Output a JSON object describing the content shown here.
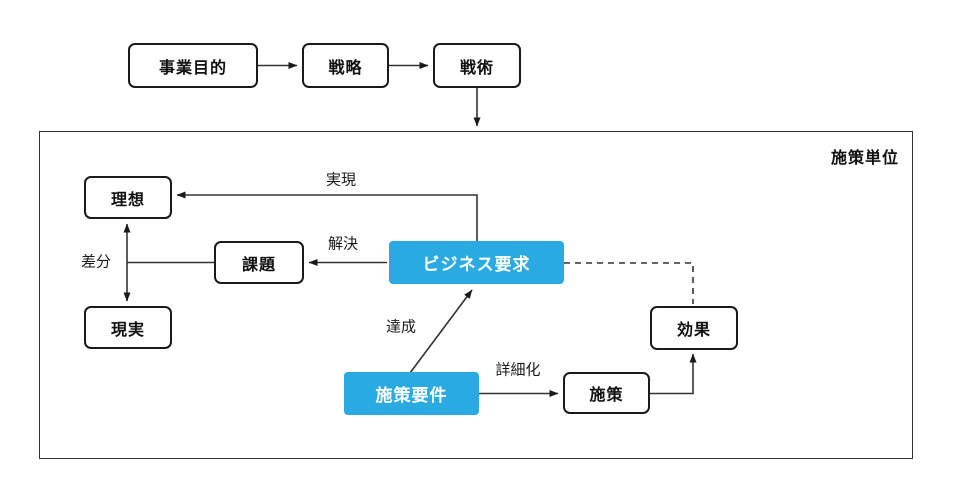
{
  "nodes": {
    "business_purpose": "事業目的",
    "strategy": "戦略",
    "tactics": "戦術",
    "ideal": "理想",
    "reality": "現実",
    "issue": "課題",
    "business_request": "ビジネス要求",
    "measure_requirements": "施策要件",
    "measure": "施策",
    "effect": "効果"
  },
  "container_label": "施策単位",
  "edge_labels": {
    "realize": "実現",
    "solve": "解決",
    "gap": "差分",
    "achieve": "達成",
    "refine": "詳細化"
  },
  "colors": {
    "accent_blue": "#29ABE2",
    "line": "#333333",
    "node_border": "#1a1a1a",
    "background": "#FFFFFF"
  }
}
